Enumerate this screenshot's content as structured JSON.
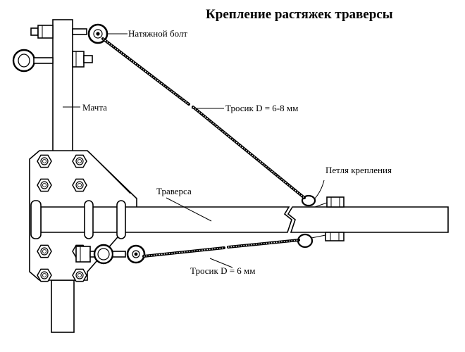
{
  "title": "Крепление растяжек траверсы",
  "labels": {
    "tension_bolt": "Натяжной болт",
    "mast": "Мачта",
    "upper_cable": "Тросик D = 6-8  мм",
    "mount_loop": "Петля крепления",
    "traverse": "Траверса",
    "lower_cable": "Тросик D = 6 мм"
  }
}
